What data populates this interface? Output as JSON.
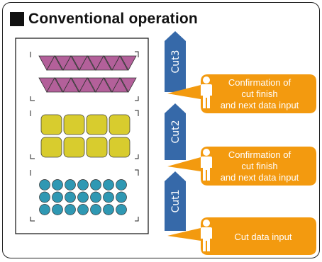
{
  "title": "Conventional operation",
  "colors": {
    "triangle": "#b3609a",
    "square": "#d8cc2e",
    "circle": "#2f98b3",
    "arrow": "#3669a9",
    "bubble": "#f39a0f",
    "person": "#ffffff"
  },
  "cuts": [
    {
      "label": "Cut3",
      "bubble_lines": [
        "Confirmation of",
        "cut finish",
        "and next data input"
      ]
    },
    {
      "label": "Cut2",
      "bubble_lines": [
        "Confirmation of",
        "cut finish",
        "and next data input"
      ]
    },
    {
      "label": "Cut1",
      "bubble_lines": [
        "Cut data input"
      ]
    }
  ],
  "icons": {
    "person": "person-icon",
    "arrow": "up-arrow-icon"
  }
}
